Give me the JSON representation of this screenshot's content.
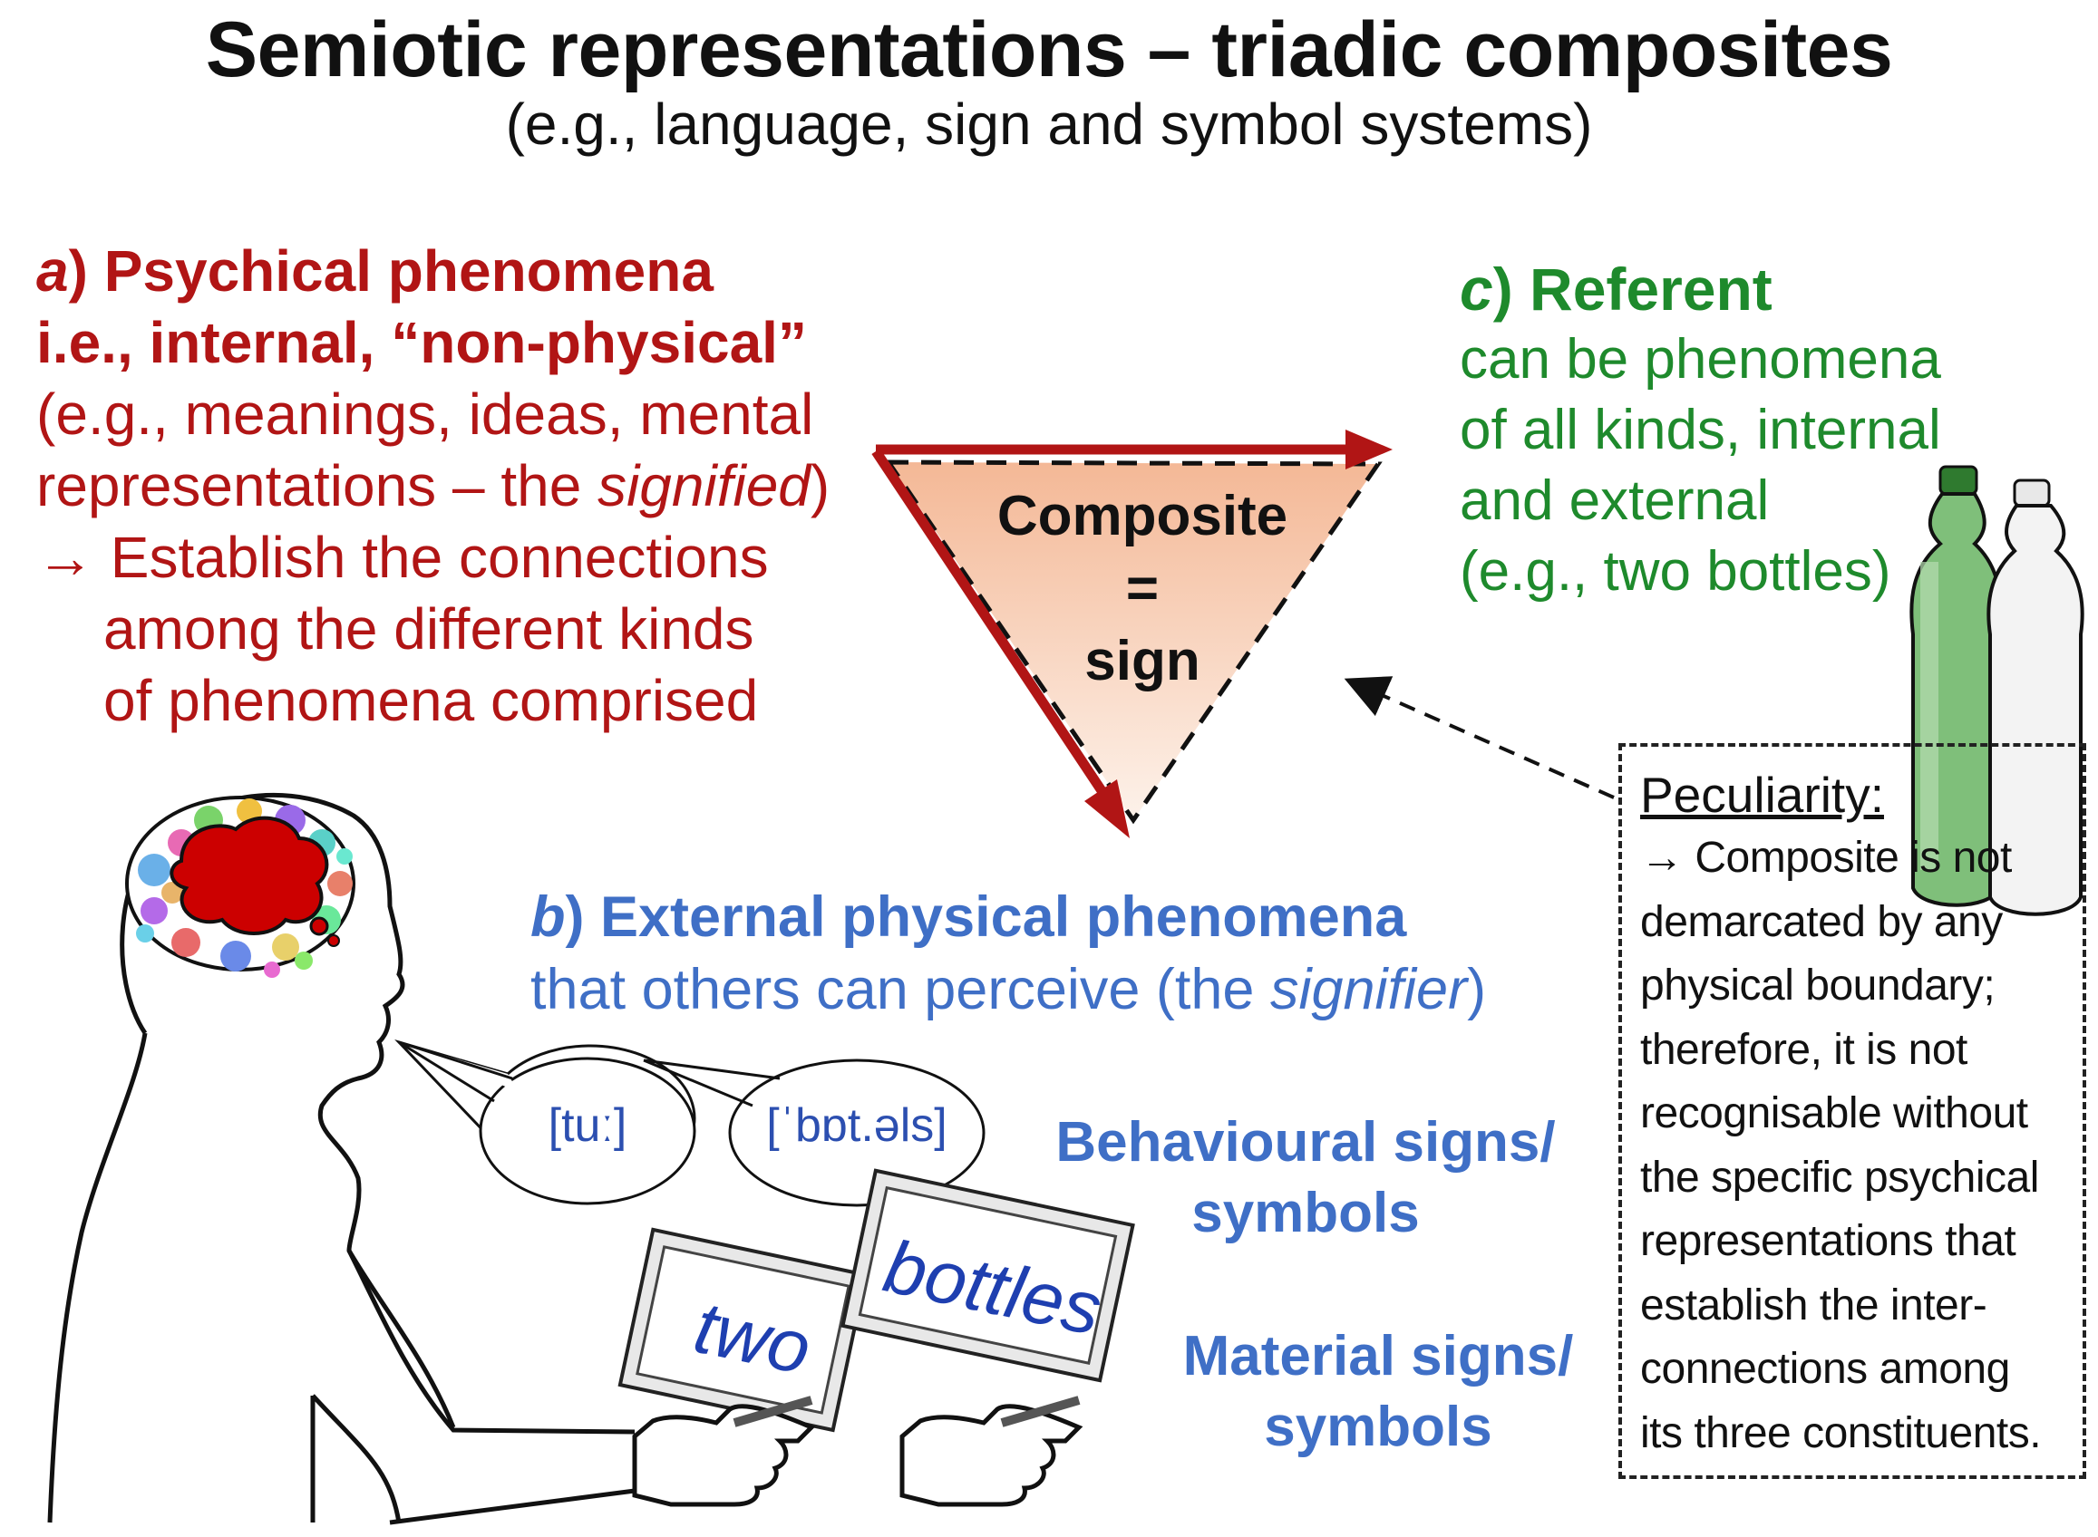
{
  "title": "Semiotic representations – triadic composites",
  "subtitle": "(e.g., language, sign and symbol systems)",
  "colors": {
    "psychical": "#b11515",
    "referent": "#1e8a2c",
    "physical": "#3f6fc6",
    "triangle_fill": "#f7d3bd"
  },
  "a": {
    "letter": "a",
    "heading": ") Psychical phenomena",
    "line2": "i.e., internal, “non-physical”",
    "line3": "(e.g., meanings, ideas, mental",
    "line4_pre": "representations – the ",
    "line4_em": "signified",
    "line4_post": ")",
    "line5": "→ Establish the connections",
    "line6": "among the different kinds",
    "line7": "of phenomena comprised"
  },
  "c": {
    "letter": "c",
    "heading": ") Referent",
    "line2": "can be phenomena",
    "line3": "of all kinds, internal",
    "line4": "and external",
    "line5": "(e.g., two bottles)"
  },
  "b": {
    "letter": "b",
    "heading": ") External physical phenomena",
    "line2_pre": "that others can perceive (the ",
    "line2_em": "signifier",
    "line2_post": ")"
  },
  "triangle": {
    "line1": "Composite",
    "line2": "=",
    "line3": "sign"
  },
  "behavioural": {
    "line1": "Behavioural signs/",
    "line2": "symbols"
  },
  "material": {
    "line1": "Material signs/",
    "line2": "symbols"
  },
  "bubbles": {
    "one": "[tuː]",
    "two": "[ˈbɒt.əls]"
  },
  "cards": {
    "one": "two",
    "two": "bottles"
  },
  "peculiarity": {
    "heading": "Peculiarity:",
    "lines": [
      "→ Composite is not",
      "demarcated by any",
      "physical boundary;",
      "therefore, it is not",
      "recognisable without",
      "the specific psychical",
      "representations that",
      "establish the inter-",
      "connections among",
      "its three constituents."
    ]
  }
}
